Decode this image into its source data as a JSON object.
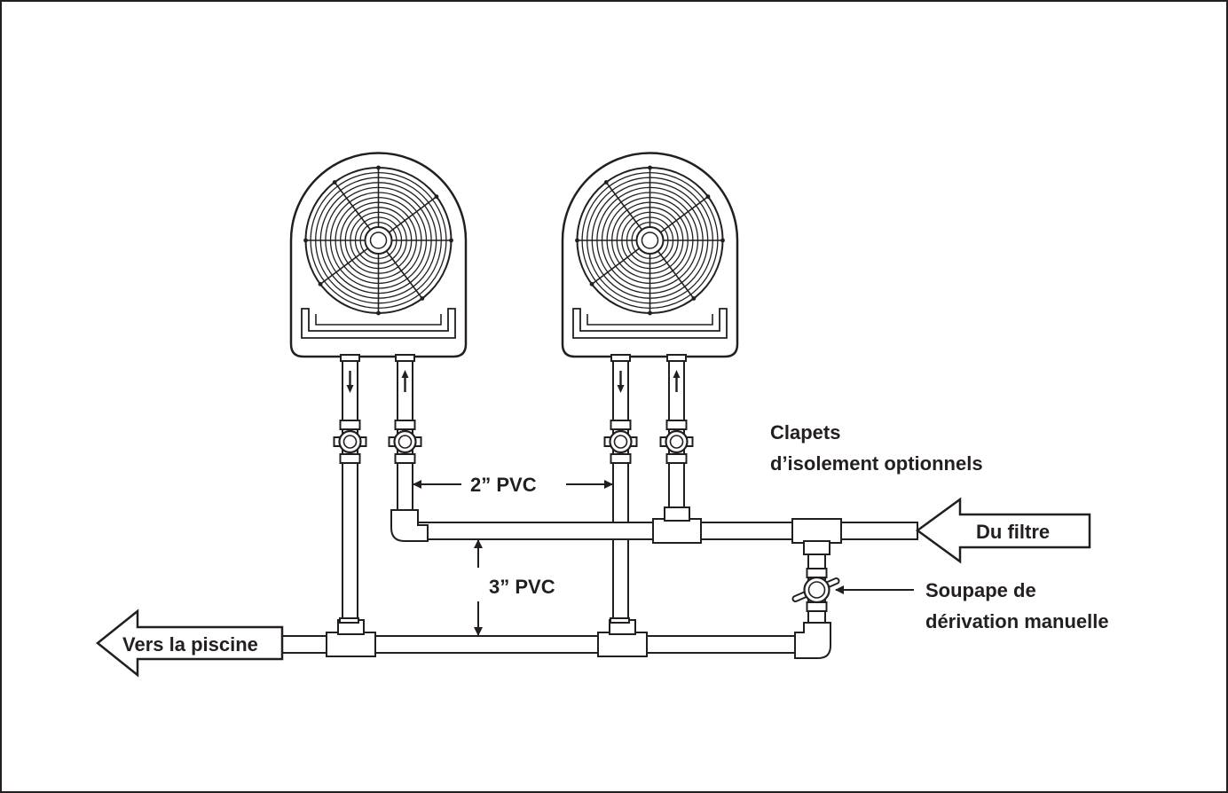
{
  "labels": {
    "isolation_valves_line1": "Clapets",
    "isolation_valves_line2": "d’isolement optionnels",
    "pipe_2in": "2” PVC",
    "pipe_3in": "3” PVC",
    "from_filter": "Du filtre",
    "to_pool": "Vers la piscine",
    "bypass_line1": "Soupape de",
    "bypass_line2": "dérivation manuelle"
  },
  "heaters": [
    {
      "name": "heat-pump-1",
      "inlet_flow": "up",
      "outlet_flow": "down"
    },
    {
      "name": "heat-pump-2",
      "inlet_flow": "up",
      "outlet_flow": "down"
    }
  ],
  "colors": {
    "line": "#231f20",
    "background": "#ffffff"
  }
}
